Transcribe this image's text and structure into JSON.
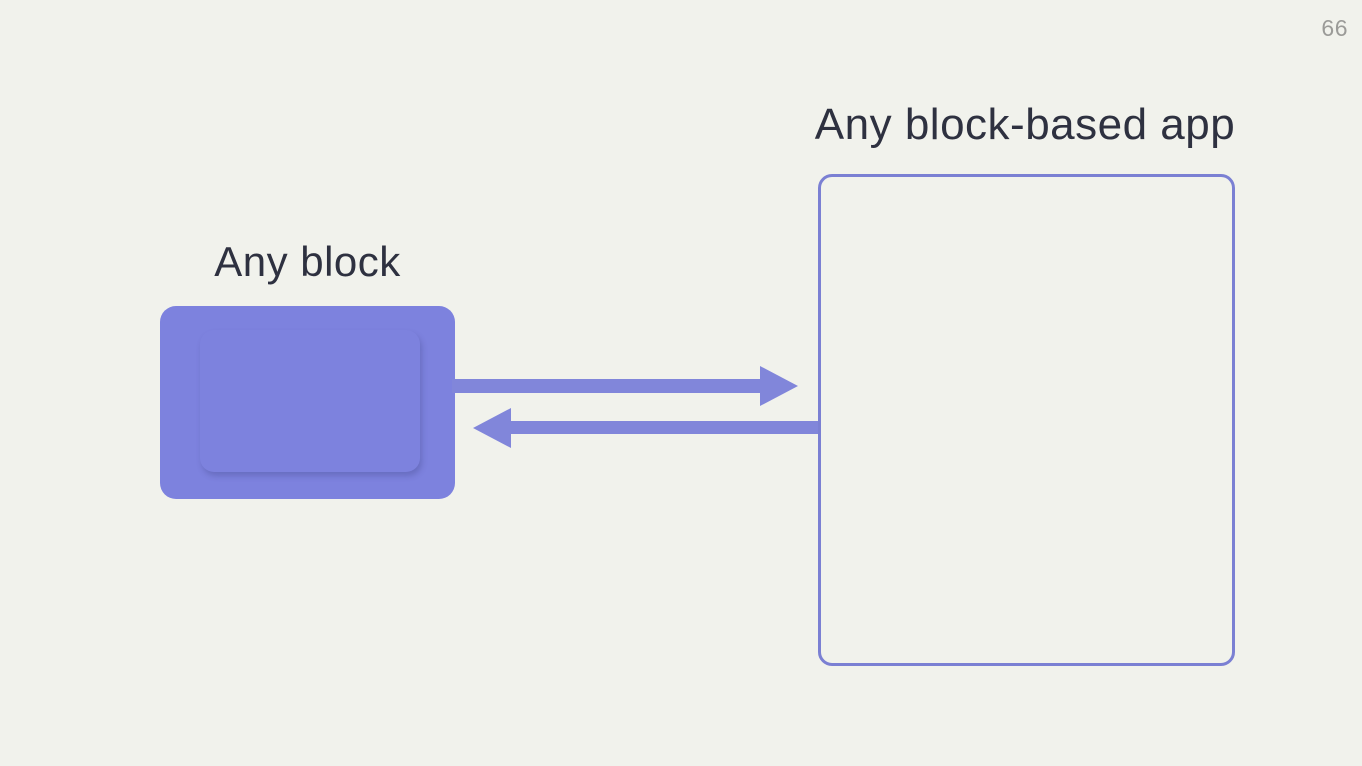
{
  "page_number": "66",
  "diagram": {
    "block_label": "Any block",
    "app_label": "Any block-based app",
    "arrows": [
      {
        "name": "block-to-app-arrow",
        "direction": "right"
      },
      {
        "name": "app-to-block-arrow",
        "direction": "left"
      }
    ]
  },
  "colors": {
    "background": "#f1f2ec",
    "block_fill": "#7d82de",
    "arrow": "#8186da",
    "app_outline": "#7b80d3",
    "text": "#2e3140",
    "page_number": "#9b9b98"
  }
}
